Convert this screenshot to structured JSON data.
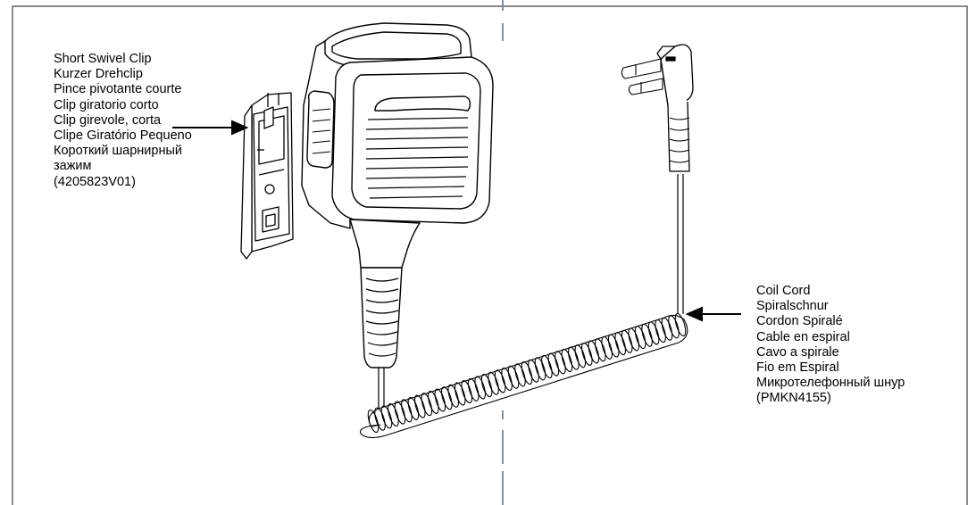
{
  "clip_callout": {
    "lines": [
      "Short Swivel Clip",
      "Kurzer Drehclip",
      "Pince pivotante courte",
      "Clip giratorio corto",
      "Clip girevole, corta",
      "Clipe Giratório Pequeno",
      "Короткий шарнирный",
      "зажим",
      "(4205823V01)"
    ]
  },
  "cord_callout": {
    "lines": [
      "Coil Cord",
      "Spiralschnur",
      "Cordon Spiralé",
      "Cable en espiral",
      "Cavo a spirale",
      "Fio em Espiral",
      "Микротелефонный шнур",
      "(PMKN4155)"
    ]
  },
  "colors": {
    "line": "#000000",
    "frame": "#444444",
    "fold_mark": "#7a93a8",
    "fill": "#ffffff"
  }
}
